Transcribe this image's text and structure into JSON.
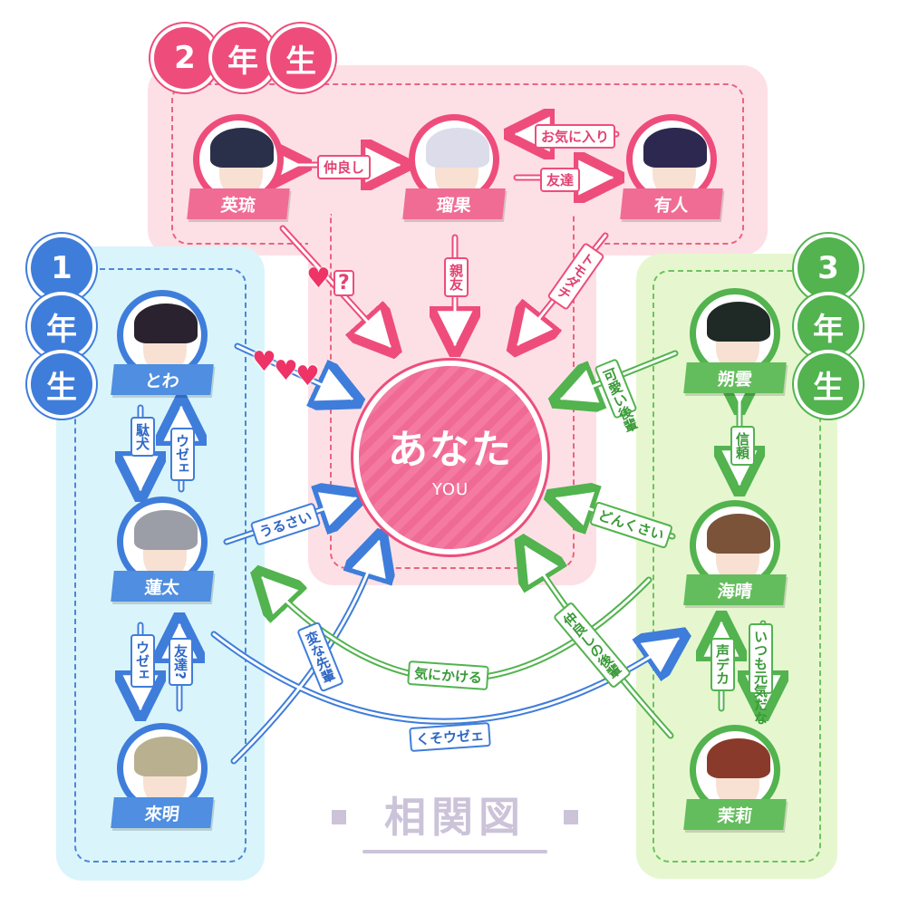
{
  "title": "相関図",
  "you": {
    "main": "あなた",
    "sub": "YOU"
  },
  "years": {
    "y1": [
      "1",
      "年",
      "生"
    ],
    "y2": [
      "2",
      "年",
      "生"
    ],
    "y3": [
      "3",
      "年",
      "生"
    ]
  },
  "characters": {
    "eiryu": "英琉",
    "ruka": "瑠果",
    "yuto": "有人",
    "towa": "とわ",
    "renta": "蓮太",
    "raimei": "來明",
    "sakumo": "朔雲",
    "kaisei": "海晴",
    "mari": "茉莉"
  },
  "relations": {
    "eiryu_ruka": "仲良し",
    "yuto_ruka_top": "お気に入り",
    "ruka_yuto": "友達",
    "eiryu_you_mark": "?",
    "ruka_you": "親友",
    "yuto_you": "トモダチ",
    "towa_renta": "駄犬",
    "renta_towa": "ウゼェ",
    "renta_you": "うるさい",
    "renta_raimei": "ウゼェ",
    "raimei_renta": "友達?",
    "raimei_you": "変な先輩",
    "sakumo_you": "可愛い後輩",
    "sakumo_kaisei": "信頼",
    "kaisei_you": "どんくさい",
    "kaisei_renta": "気にかける",
    "mari_you": "仲良しの後輩",
    "renta_kaisei": "くそウゼェ",
    "mari_kaisei": "声デカ",
    "kaisei_mari": "いつも元気だな"
  },
  "colors": {
    "pink": "#ee4d7b",
    "blue": "#3f7ddb",
    "green": "#52b34f"
  }
}
